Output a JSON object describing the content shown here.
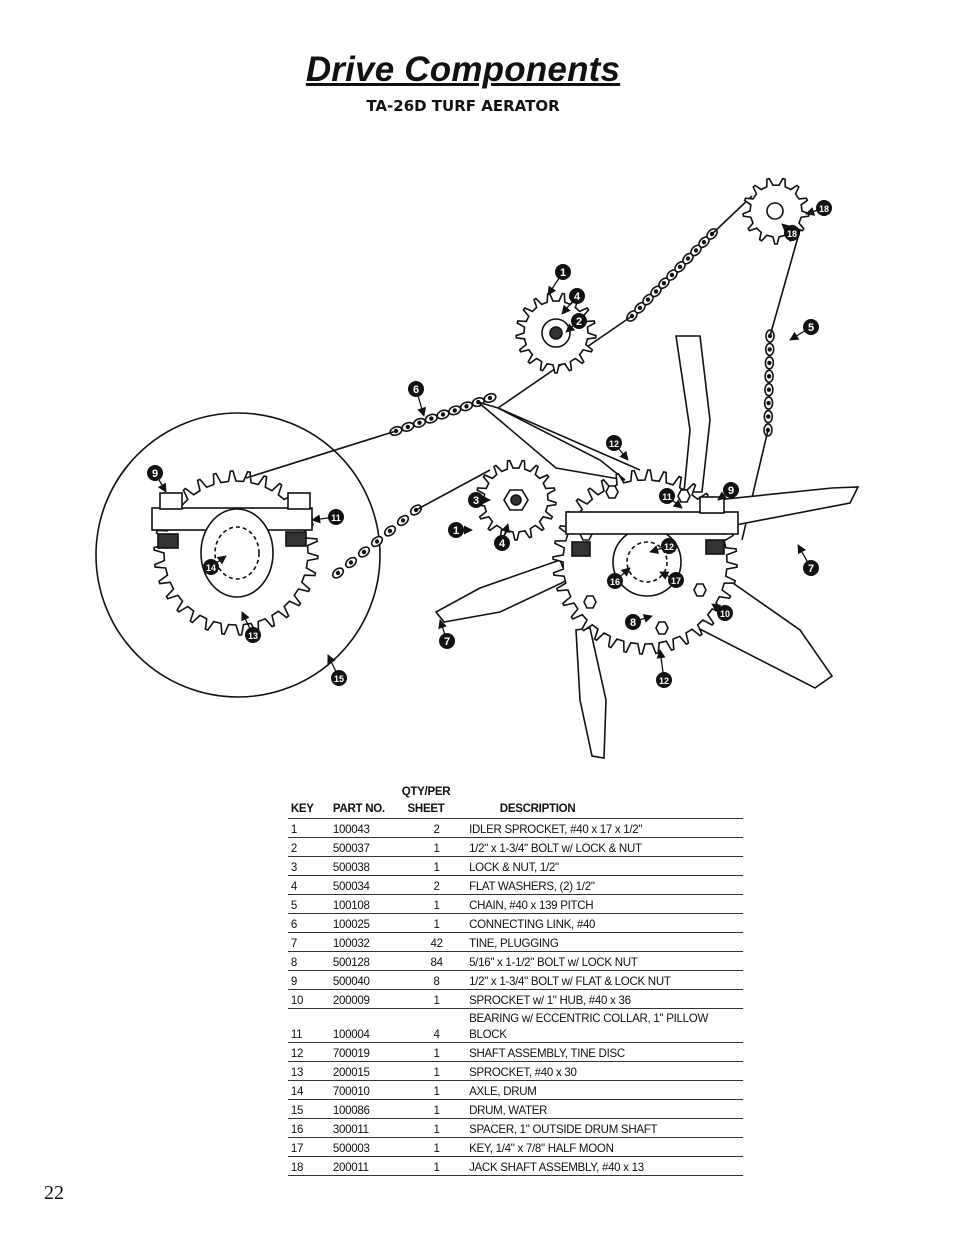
{
  "page": {
    "title": "Drive Components",
    "subtitle": "TA-26D TURF AERATOR",
    "page_number": "22"
  },
  "diagram": {
    "callouts": [
      "1",
      "2",
      "3",
      "4",
      "5",
      "6",
      "7",
      "8",
      "9",
      "10",
      "11",
      "12",
      "13",
      "14",
      "15",
      "16",
      "17",
      "18"
    ]
  },
  "table": {
    "headers": {
      "qty_top": "QTY/PER",
      "key": "KEY",
      "part_no": "PART NO.",
      "qty_bottom": "SHEET",
      "description": "DESCRIPTION"
    },
    "rows": [
      {
        "key": "1",
        "part": "100043",
        "qty": "2",
        "desc": "IDLER SPROCKET, #40 x 17 x 1/2\""
      },
      {
        "key": "2",
        "part": "500037",
        "qty": "1",
        "desc": "1/2\" x 1-3/4\" BOLT w/ LOCK & NUT"
      },
      {
        "key": "3",
        "part": "500038",
        "qty": "1",
        "desc": "LOCK & NUT, 1/2\""
      },
      {
        "key": "4",
        "part": "500034",
        "qty": "2",
        "desc": "FLAT WASHERS, (2) 1/2\""
      },
      {
        "key": "5",
        "part": "100108",
        "qty": "1",
        "desc": "CHAIN, #40 x 139 PITCH"
      },
      {
        "key": "6",
        "part": "100025",
        "qty": "1",
        "desc": "CONNECTING LINK, #40"
      },
      {
        "key": "7",
        "part": "100032",
        "qty": "42",
        "desc": "TINE, PLUGGING"
      },
      {
        "key": "8",
        "part": "500128",
        "qty": "84",
        "desc": "5/16\" x 1-1/2\" BOLT w/ LOCK NUT"
      },
      {
        "key": "9",
        "part": "500040",
        "qty": "8",
        "desc": "1/2\" x 1-3/4\" BOLT w/ FLAT & LOCK NUT"
      },
      {
        "key": "10",
        "part": "200009",
        "qty": "1",
        "desc": "SPROCKET w/ 1\" HUB, #40 x 36"
      },
      {
        "key": "11",
        "part": "100004",
        "qty": "4",
        "desc": "BEARING w/ ECCENTRIC COLLAR, 1\" PILLOW BLOCK"
      },
      {
        "key": "12",
        "part": "700019",
        "qty": "1",
        "desc": "SHAFT ASSEMBLY, TINE DISC"
      },
      {
        "key": "13",
        "part": "200015",
        "qty": "1",
        "desc": "SPROCKET, #40 x 30"
      },
      {
        "key": "14",
        "part": "700010",
        "qty": "1",
        "desc": "AXLE, DRUM"
      },
      {
        "key": "15",
        "part": "100086",
        "qty": "1",
        "desc": "DRUM, WATER"
      },
      {
        "key": "16",
        "part": "300011",
        "qty": "1",
        "desc": "SPACER, 1\" OUTSIDE DRUM SHAFT"
      },
      {
        "key": "17",
        "part": "500003",
        "qty": "1",
        "desc": "KEY, 1/4\" x 7/8\" HALF MOON"
      },
      {
        "key": "18",
        "part": "200011",
        "qty": "1",
        "desc": "JACK SHAFT ASSEMBLY, #40 x 13"
      }
    ]
  }
}
